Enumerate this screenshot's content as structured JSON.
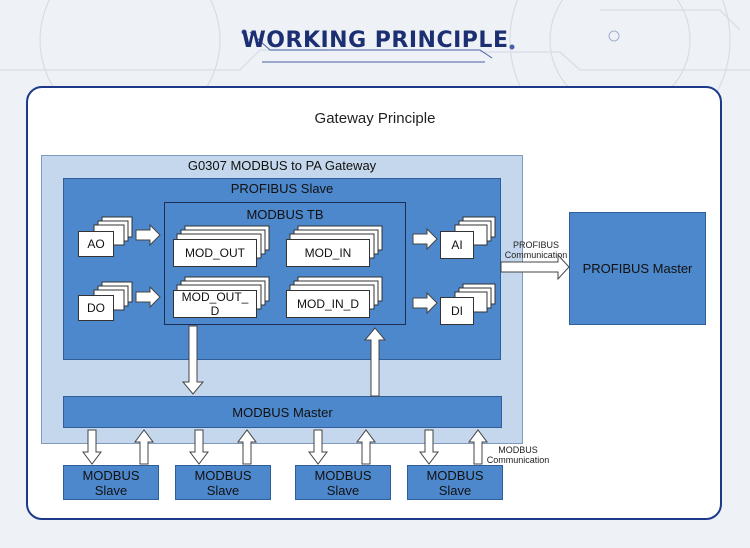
{
  "header": {
    "title": "WORKING PRINCIPLE"
  },
  "diagram": {
    "subtitle": "Gateway Principle",
    "gateway_label": "G0307 MODBUS to PA Gateway",
    "profibus_slave_label": "PROFIBUS Slave",
    "modbus_tb_label": "MODBUS TB",
    "inputs": {
      "ao": "AO",
      "do": "DO"
    },
    "outputs": {
      "ai": "AI",
      "di": "DI"
    },
    "modules": {
      "mod_out": "MOD_OUT",
      "mod_in": "MOD_IN",
      "mod_out_d_line1": "MOD_OUT_",
      "mod_out_d_line2": "D",
      "mod_in_d": "MOD_IN_D"
    },
    "modbus_master": "MODBUS Master",
    "profibus_master": "PROFIBUS Master",
    "profibus_comm": {
      "line1": "PROFIBUS",
      "line2": "Communication"
    },
    "modbus_comm": {
      "line1": "MODBUS",
      "line2": "Communication"
    },
    "modbus_slaves": [
      {
        "line1": "MODBUS",
        "line2": "Slave"
      },
      {
        "line1": "MODBUS",
        "line2": "Slave"
      },
      {
        "line1": "MODBUS",
        "line2": "Slave"
      },
      {
        "line1": "MODBUS",
        "line2": "Slave"
      }
    ]
  },
  "colors": {
    "navy": "#1b2f72",
    "block_blue": "#4d87cc",
    "gateway_bg": "#c5d7ec"
  }
}
